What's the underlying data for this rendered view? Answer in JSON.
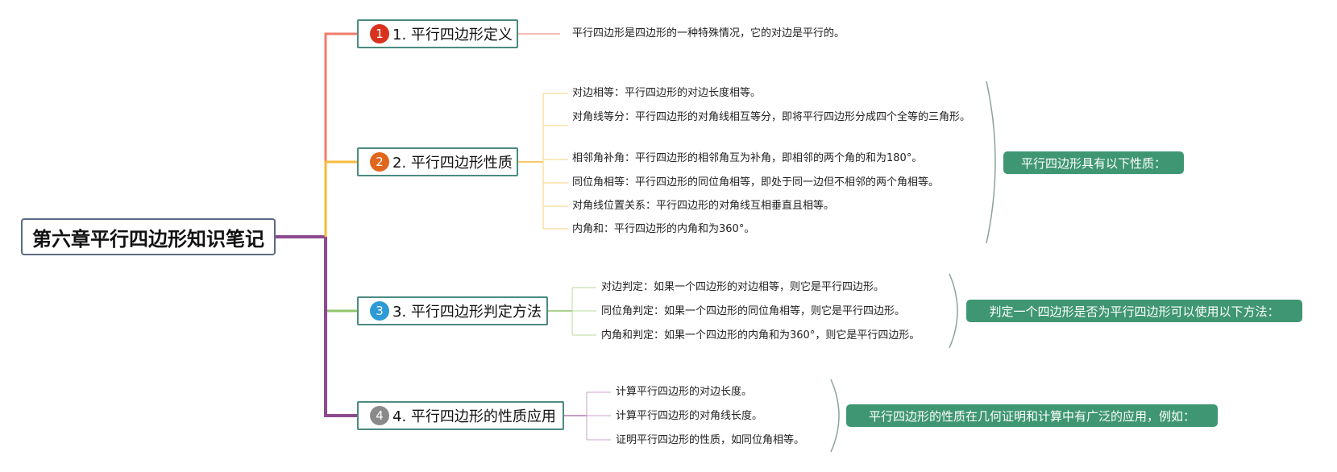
{
  "root": {
    "title": "第六章平行四边形知识笔记"
  },
  "branches": [
    {
      "number": "1",
      "label": "1. 平行四边形定义",
      "color": "#d9321f",
      "items": [
        "平行四边形是四边形的一种特殊情况，它的对边是平行的。"
      ]
    },
    {
      "number": "2",
      "label": "2. 平行四边形性质",
      "color": "#e0661c",
      "items": [
        "对边相等：平行四边形的对边长度相等。",
        "对角线等分：平行四边形的对角线相互等分，即将平行四边形分成四个全等的三角形。",
        "相邻角补角：平行四边形的相邻角互为补角，即相邻的两个角的和为180°。",
        "同位角相等：平行四边形的同位角相等，即处于同一边但不相邻的两个角相等。",
        "对角线位置关系：平行四边形的对角线互相垂直且相等。",
        "内角和：平行四边形的内角和为360°。"
      ],
      "summary": "平行四边形具有以下性质："
    },
    {
      "number": "3",
      "label": "3. 平行四边形判定方法",
      "color": "#2e9ad6",
      "items": [
        "对边判定：如果一个四边形的对边相等，则它是平行四边形。",
        "同位角判定：如果一个四边形的同位角相等，则它是平行四边形。",
        "内角和判定：如果一个四边形的内角和为360°，则它是平行四边形。"
      ],
      "summary": "判定一个四边形是否为平行四边形可以使用以下方法："
    },
    {
      "number": "4",
      "label": "4. 平行四边形的性质应用",
      "color": "#8a8a8a",
      "items": [
        "计算平行四边形的对边长度。",
        "计算平行四边形的对角线长度。",
        "证明平行四边形的性质，如同位角相等。"
      ],
      "summary": "平行四边形的性质在几何证明和计算中有广泛的应用，例如："
    }
  ],
  "colors": {
    "branch1": "#f07b6a",
    "branch2": "#f6b93a",
    "branch3": "#8fc46a",
    "branch4": "#8e4a8f",
    "node_border": "#4b8a82",
    "summary_bg": "#3f9673"
  }
}
